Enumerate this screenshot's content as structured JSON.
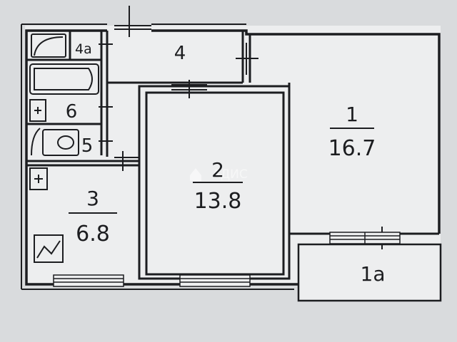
{
  "rooms": {
    "r1": {
      "number": "1",
      "area": "16.7"
    },
    "r1a": {
      "number": "1a"
    },
    "r2": {
      "number": "2",
      "area": "13.8"
    },
    "r3": {
      "number": "3",
      "area": "6.8"
    },
    "r4": {
      "number": "4"
    },
    "r4a": {
      "number": "4a"
    },
    "r5": {
      "number": "5"
    },
    "r6": {
      "number": "6"
    }
  },
  "watermark": "АДИС",
  "colors": {
    "background": "#d9dbdd",
    "wall": "#1c1d20",
    "floor": "#edeeef"
  },
  "icons": [
    "watermark-logo-icon",
    "bathtub-icon",
    "toilet-icon",
    "sink-icon",
    "wardrobe-icon",
    "stove-icon",
    "kitchen-sink-icon",
    "riser-icon"
  ]
}
